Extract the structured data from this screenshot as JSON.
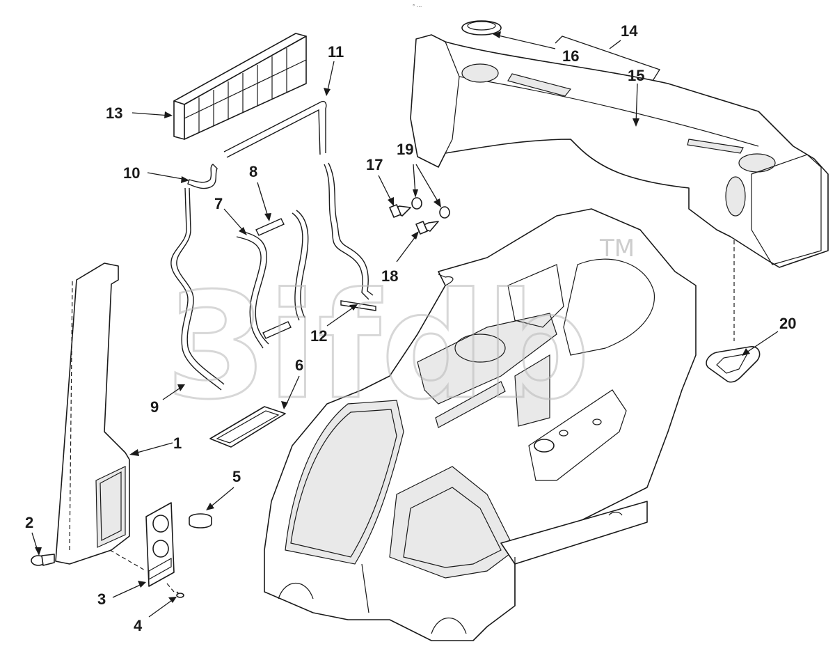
{
  "diagram": {
    "top_mark": "° ···",
    "watermark": {
      "text": "3ifdb",
      "trademark": "TM"
    },
    "callouts": [
      {
        "id": "c1",
        "label": "1"
      },
      {
        "id": "c2",
        "label": "2"
      },
      {
        "id": "c3",
        "label": "3"
      },
      {
        "id": "c4",
        "label": "4"
      },
      {
        "id": "c5",
        "label": "5"
      },
      {
        "id": "c6",
        "label": "6"
      },
      {
        "id": "c7",
        "label": "7"
      },
      {
        "id": "c8",
        "label": "8"
      },
      {
        "id": "c9",
        "label": "9"
      },
      {
        "id": "c10",
        "label": "10"
      },
      {
        "id": "c11",
        "label": "11"
      },
      {
        "id": "c12",
        "label": "12"
      },
      {
        "id": "c13",
        "label": "13"
      },
      {
        "id": "c14",
        "label": "14"
      },
      {
        "id": "c15",
        "label": "15"
      },
      {
        "id": "c16",
        "label": "16"
      },
      {
        "id": "c17",
        "label": "17"
      },
      {
        "id": "c18",
        "label": "18"
      },
      {
        "id": "c19",
        "label": "19"
      },
      {
        "id": "c20",
        "label": "20"
      }
    ]
  }
}
